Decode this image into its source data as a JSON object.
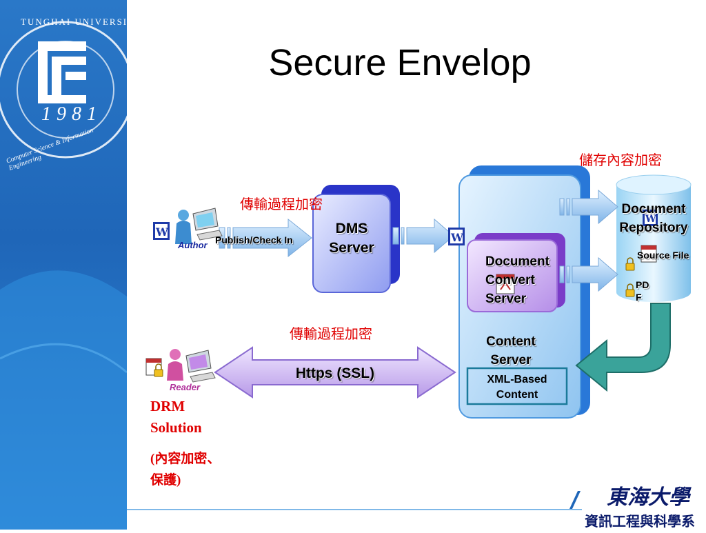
{
  "title": "Secure Envelop",
  "labels": {
    "transmission_encrypt_top": "傳輸過程加密",
    "transmission_encrypt_bottom": "傳輸過程加密",
    "storage_encrypt": "儲存內容加密",
    "author": "Author",
    "reader": "Reader",
    "publish_checkin": "Publish/Check In",
    "dms_server": [
      "DMS",
      "Server"
    ],
    "doc_convert_server": [
      "Document",
      "Convert",
      "Server"
    ],
    "content_server": [
      "Content",
      "Server"
    ],
    "xml_based_content": [
      "XML-Based",
      "Content"
    ],
    "doc_repository": [
      "Document",
      "Repository"
    ],
    "source_file": "Source File",
    "pdf": [
      "PD",
      "F"
    ],
    "https_ssl": "Https (SSL)",
    "drm_solution": [
      "DRM",
      "Solution"
    ],
    "drm_note": [
      "(內容加密、",
      "保護)"
    ]
  },
  "logo": {
    "university_text": "TUNGHAI UNIVERSITY",
    "year": "1981",
    "department": "Computer Science & Information Engineering",
    "footer_cn_1": "東海大學",
    "footer_cn_2": "資訊工程與科學系"
  },
  "colors": {
    "sidebar": "#1f66b8",
    "server_blue": "#3c4ee0",
    "content_server": "#2f86e0",
    "convert_server": "#9a5ad8",
    "red_text": "#e00000",
    "teal_arrow": "#2e8c84"
  }
}
